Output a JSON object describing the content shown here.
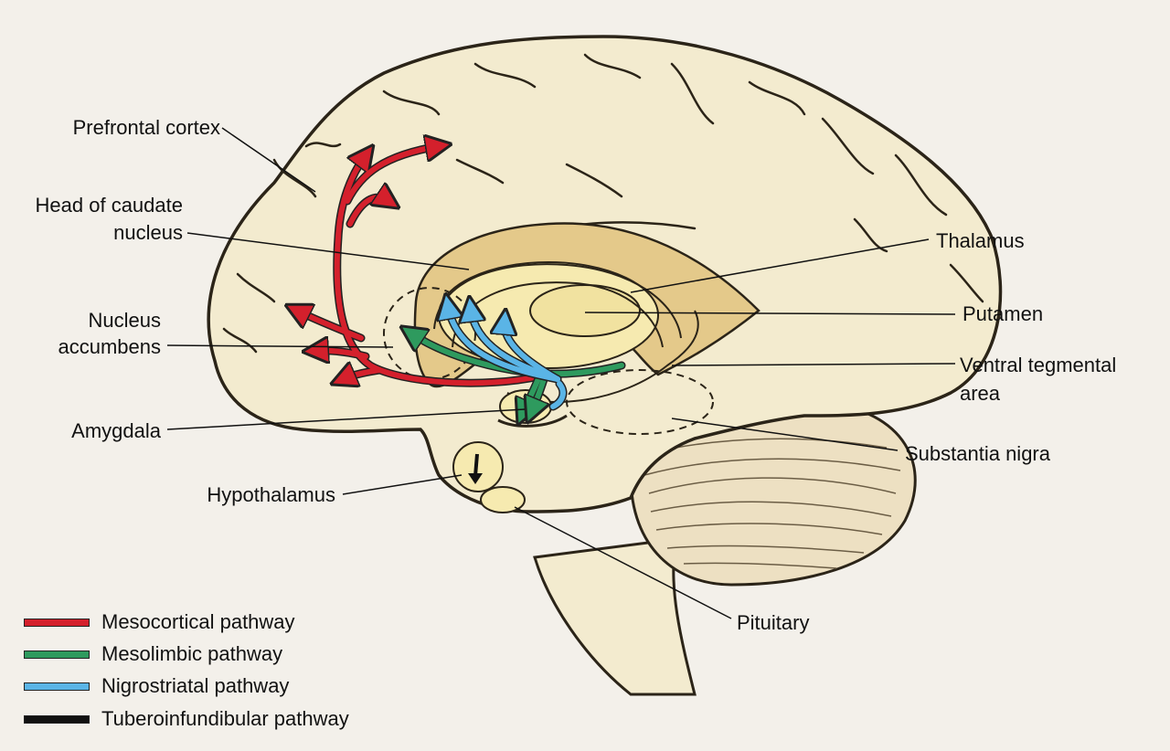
{
  "labels": {
    "prefrontal_cortex": "Prefrontal cortex",
    "head_of_caudate_line1": "Head of caudate",
    "head_of_caudate_line2": "nucleus",
    "nucleus_accumbens_line1": "Nucleus",
    "nucleus_accumbens_line2": "accumbens",
    "amygdala": "Amygdala",
    "hypothalamus": "Hypothalamus",
    "thalamus": "Thalamus",
    "putamen": "Putamen",
    "ventral_tegmental_line1": "Ventral tegmental",
    "ventral_tegmental_line2": "area",
    "substantia_nigra": "Substantia nigra",
    "pituitary": "Pituitary"
  },
  "legend": [
    {
      "label": "Mesocortical pathway",
      "color": "#d4202c"
    },
    {
      "label": "Mesolimbic pathway",
      "color": "#2e9a5e"
    },
    {
      "label": "Nigrostriatal pathway",
      "color": "#5ab4e6"
    },
    {
      "label": "Tuberoinfundibular pathway",
      "color": "#111111"
    }
  ],
  "colors": {
    "brain_fill": "#f3ebcf",
    "brain_outline": "#2b2418",
    "basal_ganglia": "#e4c98a",
    "inner_structures": "#f6eab0"
  }
}
